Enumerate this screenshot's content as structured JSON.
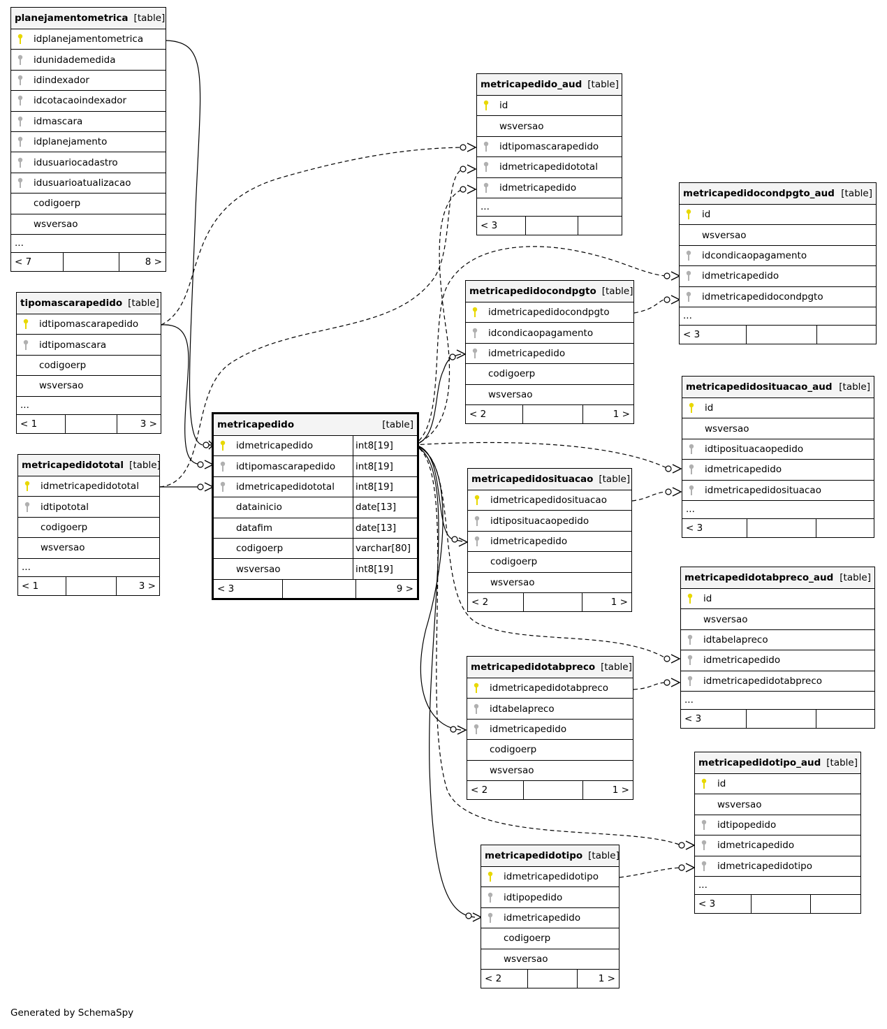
{
  "footer_text": "Generated by SchemaSpy",
  "tables": [
    {
      "id": "planejamentometrica",
      "name": "planejamentometrica",
      "kind": "[table]",
      "columns": [
        {
          "name": "idplanejamentometrica",
          "key": "pk"
        },
        {
          "name": "idunidademedida",
          "key": "fk"
        },
        {
          "name": "idindexador",
          "key": "fk"
        },
        {
          "name": "idcotacaoindexador",
          "key": "fk"
        },
        {
          "name": "idmascara",
          "key": "fk"
        },
        {
          "name": "idplanejamento",
          "key": "fk"
        },
        {
          "name": "idusuariocadastro",
          "key": "fk"
        },
        {
          "name": "idusuarioatualizacao",
          "key": "fk"
        },
        {
          "name": "codigoerp",
          "key": ""
        },
        {
          "name": "wsversao",
          "key": ""
        }
      ],
      "more": "...",
      "foot": [
        "< 7",
        "",
        "8 >"
      ]
    },
    {
      "id": "tipomascarapedido",
      "name": "tipomascarapedido",
      "kind": "[table]",
      "columns": [
        {
          "name": "idtipomascarapedido",
          "key": "pk"
        },
        {
          "name": "idtipomascara",
          "key": "fk"
        },
        {
          "name": "codigoerp",
          "key": ""
        },
        {
          "name": "wsversao",
          "key": ""
        }
      ],
      "more": "...",
      "foot": [
        "< 1",
        "",
        "3 >"
      ]
    },
    {
      "id": "metricapedidototal",
      "name": "metricapedidototal",
      "kind": "[table]",
      "columns": [
        {
          "name": "idmetricapedidototal",
          "key": "pk"
        },
        {
          "name": "idtipototal",
          "key": "fk"
        },
        {
          "name": "codigoerp",
          "key": ""
        },
        {
          "name": "wsversao",
          "key": ""
        }
      ],
      "more": "...",
      "foot": [
        "< 1",
        "",
        "3 >"
      ]
    },
    {
      "id": "metricapedido",
      "name": "metricapedido",
      "kind": "[table]",
      "main": true,
      "columns": [
        {
          "name": "idmetricapedido",
          "key": "pk",
          "type": "int8[19]"
        },
        {
          "name": "idtipomascarapedido",
          "key": "fk",
          "type": "int8[19]"
        },
        {
          "name": "idmetricapedidototal",
          "key": "fk",
          "type": "int8[19]"
        },
        {
          "name": "datainicio",
          "key": "",
          "type": "date[13]"
        },
        {
          "name": "datafim",
          "key": "",
          "type": "date[13]"
        },
        {
          "name": "codigoerp",
          "key": "",
          "type": "varchar[80]"
        },
        {
          "name": "wsversao",
          "key": "",
          "type": "int8[19]"
        }
      ],
      "foot": [
        "< 3",
        "",
        "9 >"
      ]
    },
    {
      "id": "metricapedido_aud",
      "name": "metricapedido_aud",
      "kind": "[table]",
      "columns": [
        {
          "name": "id",
          "key": "pk"
        },
        {
          "name": "wsversao",
          "key": ""
        },
        {
          "name": "idtipomascarapedido",
          "key": "fk"
        },
        {
          "name": "idmetricapedidototal",
          "key": "fk"
        },
        {
          "name": "idmetricapedido",
          "key": "fk"
        }
      ],
      "more": "...",
      "foot": [
        "< 3",
        "",
        ""
      ]
    },
    {
      "id": "metricapedidocondpgto_aud",
      "name": "metricapedidocondpgto_aud",
      "kind": "[table]",
      "columns": [
        {
          "name": "id",
          "key": "pk"
        },
        {
          "name": "wsversao",
          "key": ""
        },
        {
          "name": "idcondicaopagamento",
          "key": "fk"
        },
        {
          "name": "idmetricapedido",
          "key": "fk"
        },
        {
          "name": "idmetricapedidocondpgto",
          "key": "fk"
        }
      ],
      "more": "...",
      "foot": [
        "< 3",
        "",
        ""
      ]
    },
    {
      "id": "metricapedidocondpgto",
      "name": "metricapedidocondpgto",
      "kind": "[table]",
      "columns": [
        {
          "name": "idmetricapedidocondpgto",
          "key": "pk"
        },
        {
          "name": "idcondicaopagamento",
          "key": "fk"
        },
        {
          "name": "idmetricapedido",
          "key": "fk"
        },
        {
          "name": "codigoerp",
          "key": ""
        },
        {
          "name": "wsversao",
          "key": ""
        }
      ],
      "foot": [
        "< 2",
        "",
        "1 >"
      ]
    },
    {
      "id": "metricapedidosituacao_aud",
      "name": "metricapedidosituacao_aud",
      "kind": "[table]",
      "columns": [
        {
          "name": "id",
          "key": "pk"
        },
        {
          "name": "wsversao",
          "key": ""
        },
        {
          "name": "idtiposituacaopedido",
          "key": "fk"
        },
        {
          "name": "idmetricapedido",
          "key": "fk"
        },
        {
          "name": "idmetricapedidosituacao",
          "key": "fk"
        }
      ],
      "more": "...",
      "foot": [
        "< 3",
        "",
        ""
      ]
    },
    {
      "id": "metricapedidosituacao",
      "name": "metricapedidosituacao",
      "kind": "[table]",
      "columns": [
        {
          "name": "idmetricapedidosituacao",
          "key": "pk"
        },
        {
          "name": "idtiposituacaopedido",
          "key": "fk"
        },
        {
          "name": "idmetricapedido",
          "key": "fk"
        },
        {
          "name": "codigoerp",
          "key": ""
        },
        {
          "name": "wsversao",
          "key": ""
        }
      ],
      "foot": [
        "< 2",
        "",
        "1 >"
      ]
    },
    {
      "id": "metricapedidotabpreco_aud",
      "name": "metricapedidotabpreco_aud",
      "kind": "[table]",
      "columns": [
        {
          "name": "id",
          "key": "pk"
        },
        {
          "name": "wsversao",
          "key": ""
        },
        {
          "name": "idtabelapreco",
          "key": "fk"
        },
        {
          "name": "idmetricapedido",
          "key": "fk"
        },
        {
          "name": "idmetricapedidotabpreco",
          "key": "fk"
        }
      ],
      "more": "...",
      "foot": [
        "< 3",
        "",
        ""
      ]
    },
    {
      "id": "metricapedidotabpreco",
      "name": "metricapedidotabpreco",
      "kind": "[table]",
      "columns": [
        {
          "name": "idmetricapedidotabpreco",
          "key": "pk"
        },
        {
          "name": "idtabelapreco",
          "key": "fk"
        },
        {
          "name": "idmetricapedido",
          "key": "fk"
        },
        {
          "name": "codigoerp",
          "key": ""
        },
        {
          "name": "wsversao",
          "key": ""
        }
      ],
      "foot": [
        "< 2",
        "",
        "1 >"
      ]
    },
    {
      "id": "metricapedidotipo_aud",
      "name": "metricapedidotipo_aud",
      "kind": "[table]",
      "columns": [
        {
          "name": "id",
          "key": "pk"
        },
        {
          "name": "wsversao",
          "key": ""
        },
        {
          "name": "idtipopedido",
          "key": "fk"
        },
        {
          "name": "idmetricapedido",
          "key": "fk"
        },
        {
          "name": "idmetricapedidotipo",
          "key": "fk"
        }
      ],
      "more": "...",
      "foot": [
        "< 3",
        "",
        ""
      ]
    },
    {
      "id": "metricapedidotipo",
      "name": "metricapedidotipo",
      "kind": "[table]",
      "columns": [
        {
          "name": "idmetricapedidotipo",
          "key": "pk"
        },
        {
          "name": "idtipopedido",
          "key": "fk"
        },
        {
          "name": "idmetricapedido",
          "key": "fk"
        },
        {
          "name": "codigoerp",
          "key": ""
        },
        {
          "name": "wsversao",
          "key": ""
        }
      ],
      "foot": [
        "< 2",
        "",
        "1 >"
      ]
    }
  ],
  "relations": [
    {
      "from": "planejamentometrica.idplanejamentometrica",
      "to": "metricapedido.idmetricapedido",
      "style": "solid"
    },
    {
      "from": "tipomascarapedido.idtipomascarapedido",
      "to": "metricapedido.idtipomascarapedido",
      "style": "solid"
    },
    {
      "from": "tipomascarapedido.idtipomascarapedido",
      "to": "metricapedido_aud.idtipomascarapedido",
      "style": "dashed"
    },
    {
      "from": "metricapedidototal.idmetricapedidototal",
      "to": "metricapedido.idmetricapedidototal",
      "style": "solid"
    },
    {
      "from": "metricapedidototal.idmetricapedidototal",
      "to": "metricapedido_aud.idmetricapedidototal",
      "style": "dashed"
    },
    {
      "from": "metricapedido.idmetricapedido",
      "to": "metricapedido_aud.idmetricapedido",
      "style": "dashed"
    },
    {
      "from": "metricapedido.idmetricapedido",
      "to": "metricapedidocondpgto_aud.idmetricapedido",
      "style": "dashed"
    },
    {
      "from": "metricapedidocondpgto.idmetricapedidocondpgto",
      "to": "metricapedidocondpgto_aud.idmetricapedidocondpgto",
      "style": "dashed"
    },
    {
      "from": "metricapedido.idmetricapedido",
      "to": "metricapedidocondpgto.idmetricapedido",
      "style": "solid"
    },
    {
      "from": "metricapedido.idmetricapedido",
      "to": "metricapedidosituacao_aud.idmetricapedido",
      "style": "dashed"
    },
    {
      "from": "metricapedidosituacao.idmetricapedidosituacao",
      "to": "metricapedidosituacao_aud.idmetricapedidosituacao",
      "style": "dashed"
    },
    {
      "from": "metricapedido.idmetricapedido",
      "to": "metricapedidosituacao.idmetricapedido",
      "style": "solid"
    },
    {
      "from": "metricapedido.idmetricapedido",
      "to": "metricapedidotabpreco_aud.idmetricapedido",
      "style": "dashed"
    },
    {
      "from": "metricapedidotabpreco.idmetricapedidotabpreco",
      "to": "metricapedidotabpreco_aud.idmetricapedidotabpreco",
      "style": "dashed"
    },
    {
      "from": "metricapedido.idmetricapedido",
      "to": "metricapedidotabpreco.idmetricapedido",
      "style": "solid"
    },
    {
      "from": "metricapedido.idmetricapedido",
      "to": "metricapedidotipo_aud.idmetricapedido",
      "style": "dashed"
    },
    {
      "from": "metricapedidotipo.idmetricapedidotipo",
      "to": "metricapedidotipo_aud.idmetricapedidotipo",
      "style": "dashed"
    },
    {
      "from": "metricapedido.idmetricapedido",
      "to": "metricapedidotipo.idmetricapedido",
      "style": "solid"
    }
  ],
  "colors": {
    "pk_key": "#e8d800",
    "fk_key": "#b0b0b0",
    "header_bg": "#f4f4f4",
    "line": "#000000"
  }
}
